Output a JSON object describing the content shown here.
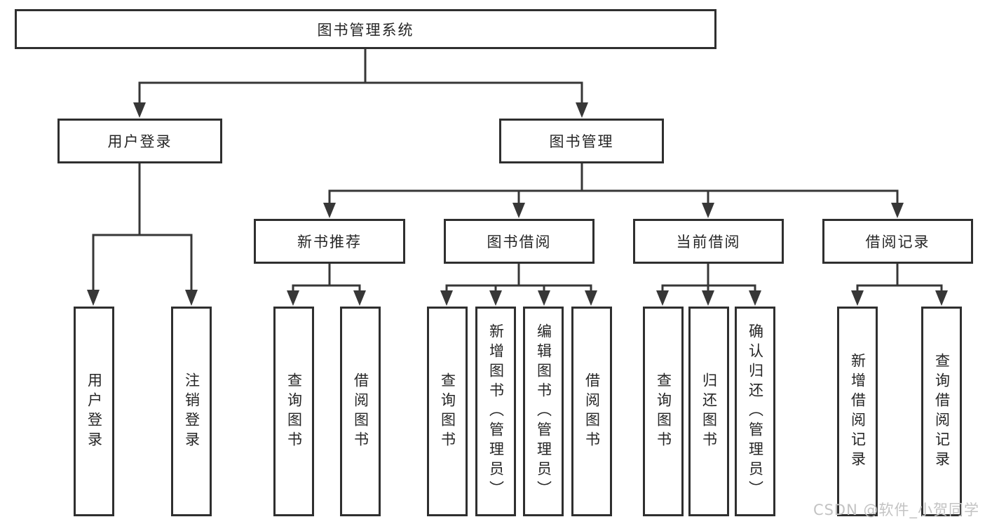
{
  "colors": {
    "line": "#373737",
    "border": "#2f2f2f",
    "text": "#262626",
    "watermark": "#c3c3c3",
    "background": "#ffffff"
  },
  "tree": {
    "root": {
      "label": "图书管理系统"
    },
    "user_login": {
      "label": "用户登录",
      "children": [
        "用户登录",
        "注销登录"
      ]
    },
    "book_management": {
      "label": "图书管理",
      "sections": {
        "new_book_recommend": {
          "label": "新书推荐",
          "children": [
            "查询图书",
            "借阅图书"
          ]
        },
        "book_borrow": {
          "label": "图书借阅",
          "children": [
            "查询图书",
            "新增图书（管理员）",
            "编辑图书（管理员）",
            "借阅图书"
          ]
        },
        "current_borrow": {
          "label": "当前借阅",
          "children": [
            "查询图书",
            "归还图书",
            "确认归还（管理员）"
          ]
        },
        "borrow_records": {
          "label": "借阅记录",
          "children": [
            "新增借阅记录",
            "查询借阅记录"
          ]
        }
      }
    }
  },
  "watermark": {
    "text": "CSDN @软件_小贺同学"
  }
}
